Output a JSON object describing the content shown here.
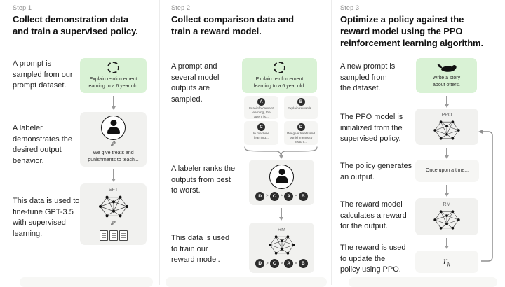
{
  "colors": {
    "background": "#ffffff",
    "green_box": "#d9f2d5",
    "grey_box": "#f1f1ef",
    "light_grey_box": "#f6f6f4",
    "step_label": "#8e8e8e",
    "arrow": "#9b9b9b"
  },
  "columns": [
    {
      "step": "Step 1",
      "heading": "Collect demonstration data\nand train a supervised policy.",
      "labels": {
        "prompt": "A prompt is\nsampled from our\nprompt dataset.",
        "labeler": "A labeler\ndemonstrates the\ndesired output\nbehavior.",
        "finetune": "This data is used to\nfine-tune GPT-3.5\nwith supervised\nlearning."
      },
      "prompt_box": {
        "text": "Explain reinforcement\nlearning to a 6 year old."
      },
      "labeler_box": {
        "text": "We give treats and\npunishments to teach..."
      },
      "sft_box": {
        "tag": "SFT"
      }
    },
    {
      "step": "Step 2",
      "heading": "Collect comparison data and\ntrain a reward model.",
      "labels": {
        "sampled": "A prompt and\nseveral model\noutputs are\nsampled.",
        "ranks": "A labeler ranks the\noutputs from best\nto worst.",
        "train": "This data is used\nto train our\nreward model."
      },
      "prompt_box": {
        "text": "Explain reinforcement\nlearning to a 6 year old."
      },
      "outputs": [
        {
          "letter": "A",
          "text": "In reinforcement\nlearning, the\nagent is..."
        },
        {
          "letter": "B",
          "text": "Explain rewards..."
        },
        {
          "letter": "C",
          "text": "In machine\nlearning..."
        },
        {
          "letter": "D",
          "text": "We give treats and\npunishments to\nteach..."
        }
      ],
      "ranking": {
        "letters": [
          "D",
          "C",
          "A",
          "B"
        ],
        "separators": [
          ">",
          ">",
          "="
        ]
      },
      "rm_box": {
        "tag": "RM"
      }
    },
    {
      "step": "Step 3",
      "heading": "Optimize a policy against the\nreward model using the PPO\nreinforcement learning algorithm.",
      "labels": {
        "new_prompt": "A new prompt is\nsampled from\nthe dataset.",
        "ppo_init": "The PPO model is\ninitialized from the\nsupervised policy.",
        "generates": "The policy generates\nan output.",
        "reward_calc": "The reward model\ncalculates a reward\nfor the output.",
        "update": "The reward is used\nto update the\npolicy using PPO."
      },
      "prompt_box": {
        "text": "Write a story\nabout otters."
      },
      "ppo_box": {
        "tag": "PPO"
      },
      "output_box": {
        "text": "Once upon a time..."
      },
      "rm_box": {
        "tag": "RM"
      },
      "reward_box": {
        "base": "r",
        "sub": "k"
      }
    }
  ]
}
